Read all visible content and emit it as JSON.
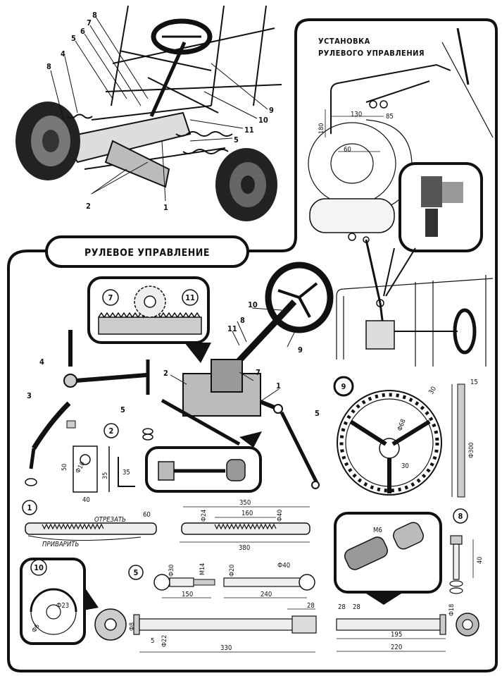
{
  "titles": {
    "main": "РУЛЕВОЕ УПРАВЛЕНИЕ",
    "install_line1": "УСТАНОВКА",
    "install_line2": "РУЛЕВОГО УПРАВЛЕНИЯ"
  },
  "callouts_top": [
    "8",
    "4",
    "5",
    "6",
    "7",
    "8",
    "9",
    "10",
    "11",
    "5",
    "2",
    "1"
  ],
  "install_dims": {
    "d180": "180",
    "d130": "130",
    "d85": "85",
    "d60": "60"
  },
  "assembly_labels": [
    "10",
    "8",
    "11",
    "9",
    "7",
    "2",
    "1",
    "5",
    "4",
    "3",
    "5"
  ],
  "gear_inset": {
    "left": "7",
    "right": "11"
  },
  "part2": {
    "num": "2",
    "dims": {
      "d50": "50",
      "d10": "Ф10",
      "d35a": "35",
      "d35b": "35",
      "d40": "40"
    }
  },
  "part1": {
    "num": "1",
    "cut_label": "ОТРЕЗАТЬ",
    "weld_label": "ПРИВАРИТЬ",
    "d60": "60",
    "rack_dims": {
      "d350": "350",
      "d160": "160",
      "d24": "Ф24",
      "d40": "Ф40",
      "d380": "380"
    }
  },
  "part9": {
    "num": "9",
    "dims": {
      "d30a": "30",
      "d15": "15",
      "d68": "Ф68",
      "d300": "Ф300",
      "d30b": "30"
    }
  },
  "part8": {
    "num": "8",
    "dims": {
      "d40": "40"
    }
  },
  "part5": {
    "num": "5",
    "dims": {
      "d30": "Ф30",
      "m14": "M14",
      "d150": "150",
      "d20": "Ф20",
      "d40": "Ф40",
      "d240": "240"
    }
  },
  "insert_m6": "M6",
  "part10": {
    "num": "10",
    "dims": {
      "d23": "Ф23",
      "d6": "Ф6"
    }
  },
  "shaft": {
    "dims": {
      "d28a": "28",
      "d8": "Ф8",
      "d22": "Ф22",
      "d5": "5",
      "d330": "330",
      "d28b": "28",
      "d28c": "28",
      "d18": "Ф18",
      "d195": "195",
      "d220": "220"
    }
  }
}
